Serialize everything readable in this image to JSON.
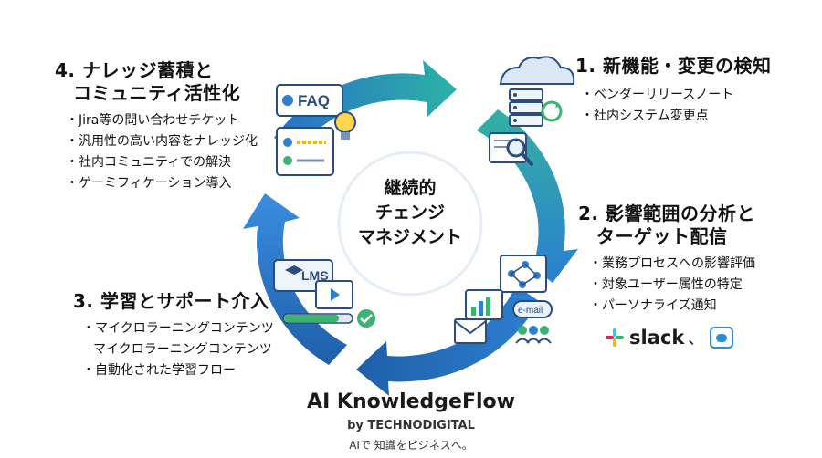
{
  "colors": {
    "arrow_blue": "#2f7fd1",
    "arrow_dark": "#1f5fa8",
    "arrow_teal": "#2bb3a6",
    "text": "#111111",
    "accent_green": "#3cb371"
  },
  "center_label": [
    "継続的",
    "チェンジ",
    "マネジメント"
  ],
  "steps": [
    {
      "title": [
        "1. 新機能・変更の検知"
      ],
      "bullets": [
        "・ベンダーリリースノート",
        "・社内システム変更点"
      ]
    },
    {
      "title": [
        "2. 影響範囲の分析と",
        "ターゲット配信"
      ],
      "bullets": [
        "・業務プロセスへの影響評価",
        "・対象ユーザー属性の特定",
        "・パーソナライズ通知"
      ]
    },
    {
      "title": [
        "3. 学習とサポート介入"
      ],
      "bullets": [
        "・マイクロラーニングコンテンツ",
        "マイクロラーニングコンテンツ",
        "・自動化された学習フロー"
      ]
    },
    {
      "title": [
        "4. ナレッジ蓄積と",
        "コミュニティ活性化"
      ],
      "bullets": [
        "・Jira等の問い合わせチケット",
        "・汎用性の高い内容をナレッジ化",
        "・社内コミュニティでの解決",
        "・ゲーミフィケーション導入"
      ]
    }
  ],
  "icons": {
    "faq_label": "FAQ",
    "lms_label": "LMS",
    "email_label": "e-mail",
    "faq_icon": "faq-card-icon",
    "cloud_icon": "cloud-server-icon",
    "analysis_icon": "network-analysis-icon",
    "lms_icon": "lms-video-icon"
  },
  "integrations": {
    "slack_label": "slack",
    "separator": "、"
  },
  "brand": {
    "name": "AI KnowledgeFlow",
    "byline": "by TECHNODIGITAL",
    "tagline": "AIで 知識をビジネスへ。"
  }
}
